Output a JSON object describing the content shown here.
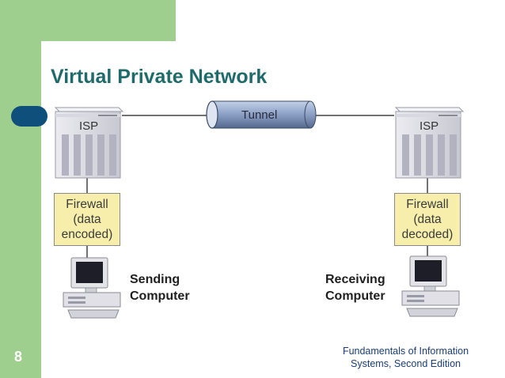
{
  "slide": {
    "title": "Virtual Private Network",
    "page_number": "8",
    "footer_line1": "Fundamentals of Information",
    "footer_line2": "Systems, Second Edition"
  },
  "diagram": {
    "tunnel_label": "Tunnel",
    "left": {
      "isp_label": "ISP",
      "firewall_lines": [
        "Firewall",
        "(data",
        "encoded)"
      ],
      "computer_lines": [
        "Sending",
        "Computer"
      ]
    },
    "right": {
      "isp_label": "ISP",
      "firewall_lines": [
        "Firewall",
        "(data",
        "decoded)"
      ],
      "computer_lines": [
        "Receiving",
        "Computer"
      ]
    }
  },
  "colors": {
    "background_green": "#9fcf8e",
    "title_color": "#1f6b6b",
    "tab_blue": "#0e4f7c",
    "firewall_fill": "#f6eeaa",
    "tunnel_fill": "#8fa4c8"
  }
}
